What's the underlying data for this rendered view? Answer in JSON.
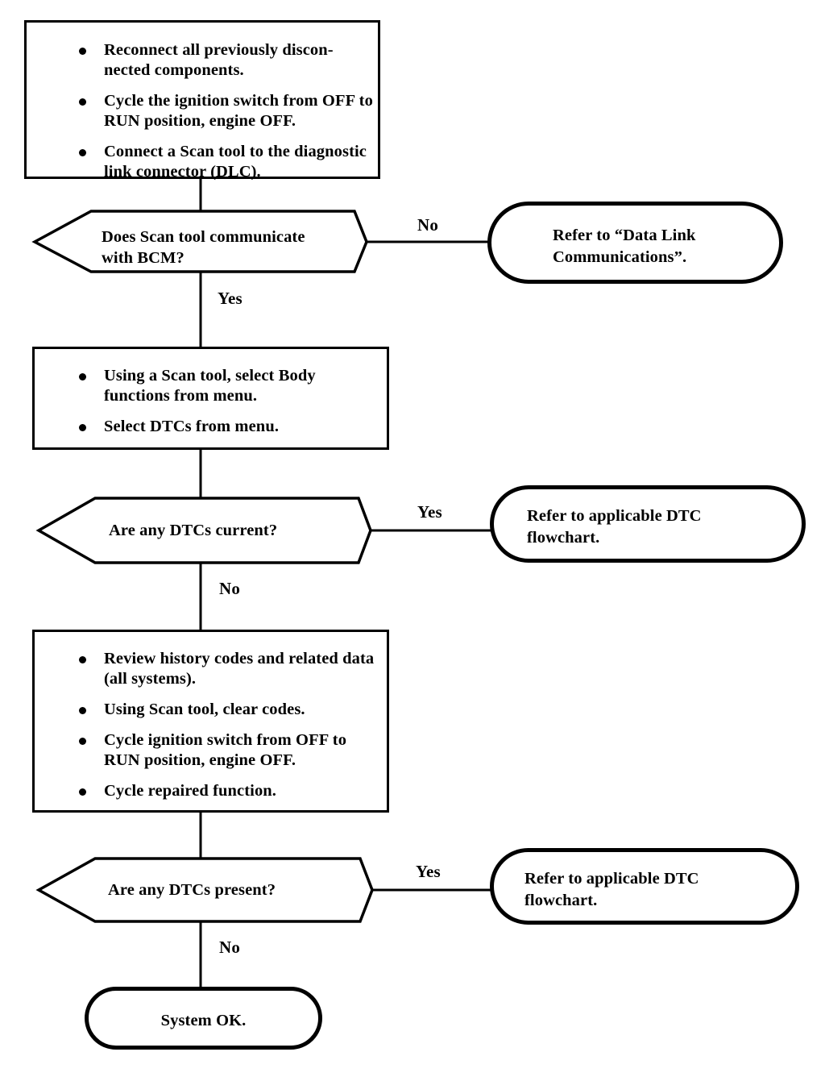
{
  "diagram": {
    "title": "BCM Diagnostic System Check Flowchart",
    "ink_color": "#000000",
    "background_color": "#ffffff",
    "nodes": [
      {
        "id": "step1",
        "type": "process",
        "bullets": [
          "Reconnect all previously discon-\nnected components.",
          "Cycle the ignition switch from OFF to\nRUN position, engine OFF.",
          "Connect a Scan tool to the diagnostic\nlink connector (DLC)."
        ]
      },
      {
        "id": "decision1",
        "type": "decision",
        "text": "Does Scan tool communicate\nwith BCM?",
        "yes_label": "Yes",
        "no_label": "No"
      },
      {
        "id": "terminator1",
        "type": "terminator",
        "text": "Refer to “Data Link\nCommunications”."
      },
      {
        "id": "step2",
        "type": "process",
        "bullets": [
          "Using a Scan tool, select Body\nfunctions from menu.",
          "Select DTCs from menu."
        ]
      },
      {
        "id": "decision2",
        "type": "decision",
        "text": "Are any DTCs current?",
        "yes_label": "Yes",
        "no_label": "No"
      },
      {
        "id": "terminator2",
        "type": "terminator",
        "text": "Refer to applicable DTC\nflowchart."
      },
      {
        "id": "step3",
        "type": "process",
        "bullets": [
          "Review history codes and related data\n(all systems).",
          "Using Scan tool, clear codes.",
          "Cycle ignition switch from OFF to\nRUN position, engine OFF.",
          "Cycle repaired function."
        ]
      },
      {
        "id": "decision3",
        "type": "decision",
        "text": "Are any DTCs present?",
        "yes_label": "Yes",
        "no_label": "No"
      },
      {
        "id": "terminator3",
        "type": "terminator",
        "text": "Refer to applicable DTC\nflowchart."
      },
      {
        "id": "terminator_end",
        "type": "terminator",
        "text": "System OK."
      }
    ]
  },
  "step1": {
    "bullet1_line1": "Reconnect all previously discon-",
    "bullet1_line2": "nected components.",
    "bullet2_line1": "Cycle the ignition switch from OFF to",
    "bullet2_line2": "RUN position, engine OFF.",
    "bullet3_line1": "Connect a Scan tool to the diagnostic",
    "bullet3_line2": "link connector (DLC)."
  },
  "decision1": {
    "line1": "Does Scan tool communicate",
    "line2": "with BCM?",
    "branch_no": "No",
    "branch_yes": "Yes"
  },
  "terminator1": {
    "line1": "Refer to “Data Link",
    "line2": "Communications”."
  },
  "step2": {
    "bullet1_line1": "Using a Scan tool, select Body",
    "bullet1_line2": "functions from menu.",
    "bullet2_line1": "Select DTCs from menu."
  },
  "decision2": {
    "line1": "Are any DTCs current?",
    "branch_yes": "Yes",
    "branch_no": "No"
  },
  "terminator2": {
    "line1": "Refer to applicable DTC",
    "line2": "flowchart."
  },
  "step3": {
    "bullet1_line1": "Review history codes and related data",
    "bullet1_line2": "(all systems).",
    "bullet2_line1": "Using Scan tool, clear codes.",
    "bullet3_line1": "Cycle ignition switch from OFF to",
    "bullet3_line2": "RUN position, engine OFF.",
    "bullet4_line1": "Cycle repaired function."
  },
  "decision3": {
    "line1": "Are any DTCs present?",
    "branch_yes": "Yes",
    "branch_no": "No"
  },
  "terminator3": {
    "line1": "Refer to applicable DTC",
    "line2": "flowchart."
  },
  "terminator_end": {
    "line1": "System OK."
  }
}
